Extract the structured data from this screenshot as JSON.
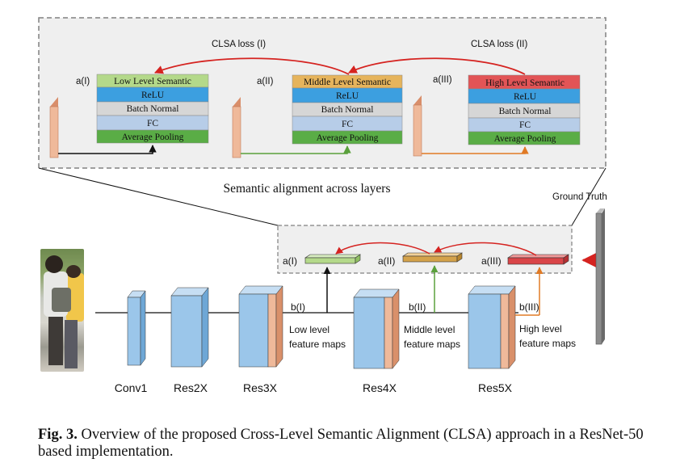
{
  "top_panel": {
    "loss_left": "CLSA loss (I)",
    "loss_right": "CLSA loss (II)",
    "heading": "Semantic alignment across layers",
    "blocks": [
      {
        "a_label": "a(I)",
        "rows": [
          "Low Level Semantic",
          "ReLU",
          "Batch Normal",
          "FC",
          "Average Pooling"
        ]
      },
      {
        "a_label": "a(II)",
        "rows": [
          "Middle Level Semantic",
          "ReLU",
          "Batch Normal",
          "FC",
          "Average Pooling"
        ]
      },
      {
        "a_label": "a(III)",
        "rows": [
          "High Level Semantic",
          "ReLU",
          "Batch Normal",
          "FC",
          "Average Pooling"
        ]
      }
    ]
  },
  "mini_panel": {
    "labels": [
      "a(I)",
      "a(II)",
      "a(III)"
    ]
  },
  "ground_truth": "Ground Truth",
  "network": {
    "layers": [
      "Conv1",
      "Res2X",
      "Res3X",
      "Res4X",
      "Res5X"
    ],
    "branches": [
      {
        "b": "b(I)",
        "line1": "Low level",
        "line2": "feature maps"
      },
      {
        "b": "b(II)",
        "line1": "Middle level",
        "line2": "feature maps"
      },
      {
        "b": "b(III)",
        "line1": "High level",
        "line2": "feature maps"
      }
    ]
  },
  "caption": {
    "prefix": "Fig. 3.",
    "text": "Overview of the proposed Cross-Level Semantic Alignment (CLSA) approach in a ResNet-50 based implementation."
  },
  "colors": {
    "panel_bg": "#efefef",
    "dash": "#808080",
    "green": "#b4d98a",
    "green_dark": "#5aad46",
    "blue": "#3c9fe0",
    "gray_row": "#d6d6d6",
    "light_blue": "#b7cde8",
    "orange": "#e6b45c",
    "red": "#e25456",
    "peach": "#efb99a",
    "cube": "#9bc6ea",
    "arrow_red": "#d52320",
    "arrow_green": "#5aa03c",
    "arrow_orange": "#e07a25"
  }
}
